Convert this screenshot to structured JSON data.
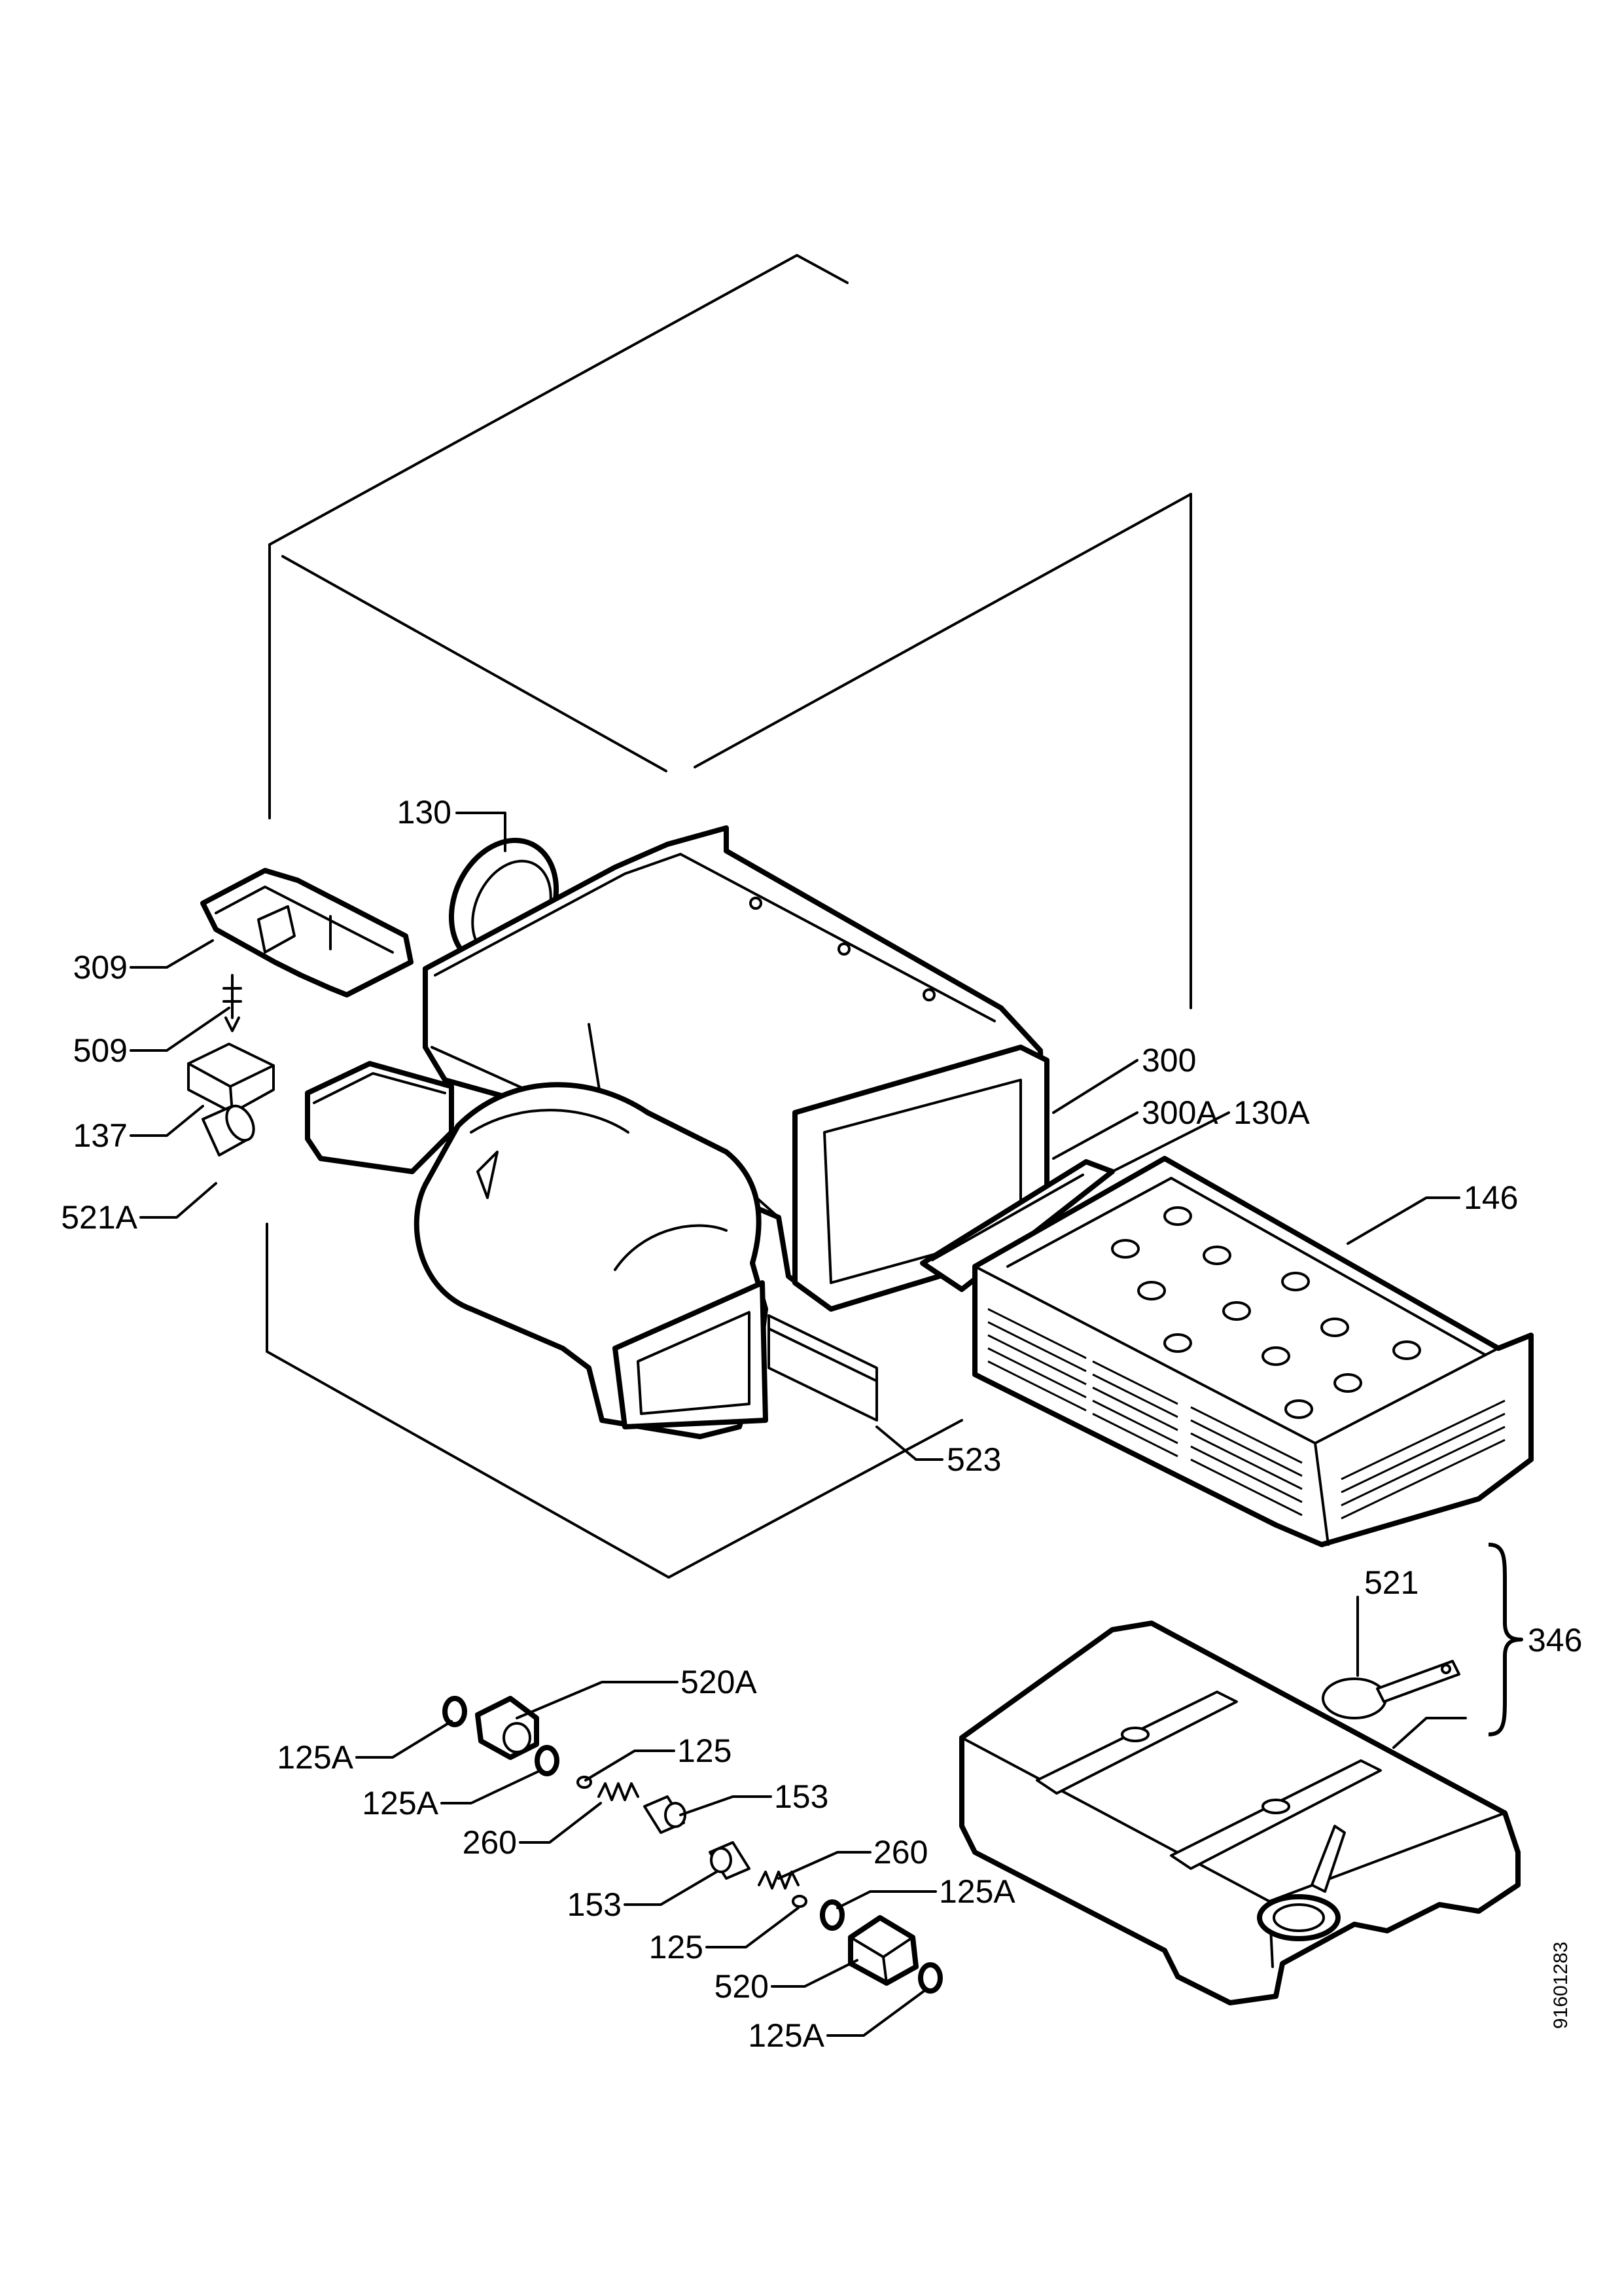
{
  "labels": {
    "l130": "130",
    "l309": "309",
    "l509": "509",
    "l137": "137",
    "l521A": "521A",
    "l300": "300",
    "l300A": "300A",
    "l130A": "130A",
    "l146": "146",
    "l523": "523",
    "l521": "521",
    "l346": "346",
    "l520A": "520A",
    "l125A_1": "125A",
    "l125_1": "125",
    "l125A_2": "125A",
    "l153_1": "153",
    "l260_1": "260",
    "l260_2": "260",
    "l153_2": "153",
    "l125A_3": "125A",
    "l125_2": "125",
    "l520": "520",
    "l125A_4": "125A"
  },
  "drawing_code": "91601283"
}
